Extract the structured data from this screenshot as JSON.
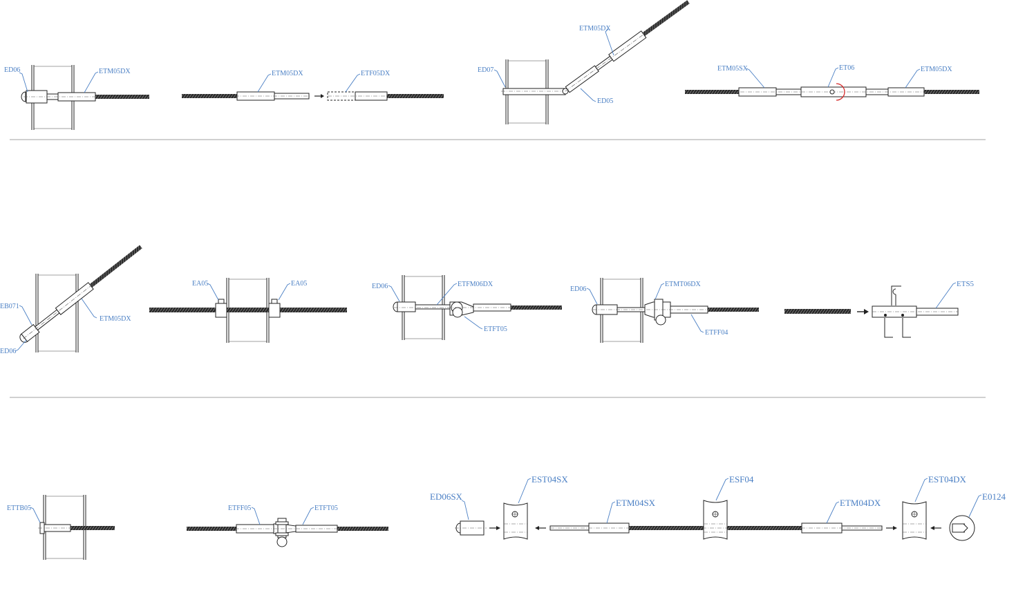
{
  "labels": {
    "r1_ED06": "ED06",
    "r1_ETM05DX_a": "ETM05DX",
    "r1_ETM05DX_b": "ETM05DX",
    "r1_ETF05DX": "ETF05DX",
    "r1_ED07": "ED07",
    "r1_ETM05DX_c": "ETM05DX",
    "r1_ED05": "ED05",
    "r1_ETM05SX": "ETM05SX",
    "r1_ET06": "ET06",
    "r1_ETM05DX_d": "ETM05DX",
    "r2_EB071": "EB071",
    "r2_ED06_a": "ED06",
    "r2_ETM05DX": "ETM05DX",
    "r2_EA05_a": "EA05",
    "r2_EA05_b": "EA05",
    "r2_ED06_b": "ED06",
    "r2_ETFM06DX": "ETFM06DX",
    "r2_ETFT05": "ETFT05",
    "r2_ED06_c": "ED06",
    "r2_ETMT06DX": "ETMT06DX",
    "r2_ETFF04": "ETFF04",
    "r2_ETS5": "ETS5",
    "r3_ETTB05": "ETTB05",
    "r3_ETFF05": "ETFF05",
    "r3_ETFT05": "ETFT05",
    "r3_ED06SX": "ED06SX",
    "r3_EST04SX": "EST04SX",
    "r3_ETM04SX": "ETM04SX",
    "r3_ESF04": "ESF04",
    "r3_ETM04DX": "ETM04DX",
    "r3_EST04DX": "EST04DX",
    "r3_E0124": "E0124"
  }
}
